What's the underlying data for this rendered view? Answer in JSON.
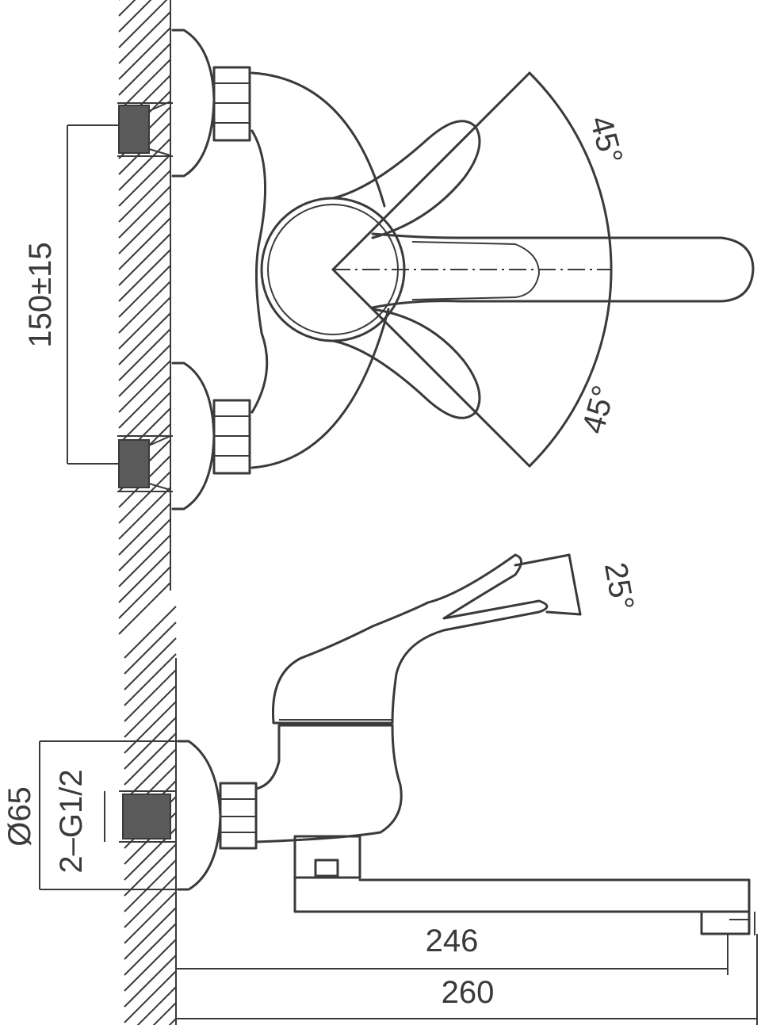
{
  "dimensions": {
    "inlet_spacing": "150±15",
    "angle_top": "45°",
    "angle_bottom": "45°",
    "lever_tilt_angle": "25°",
    "flange_diameter": "Ø65",
    "thread_spec": "2–G1/2",
    "spout_reach": "246",
    "overall_length": "260"
  }
}
